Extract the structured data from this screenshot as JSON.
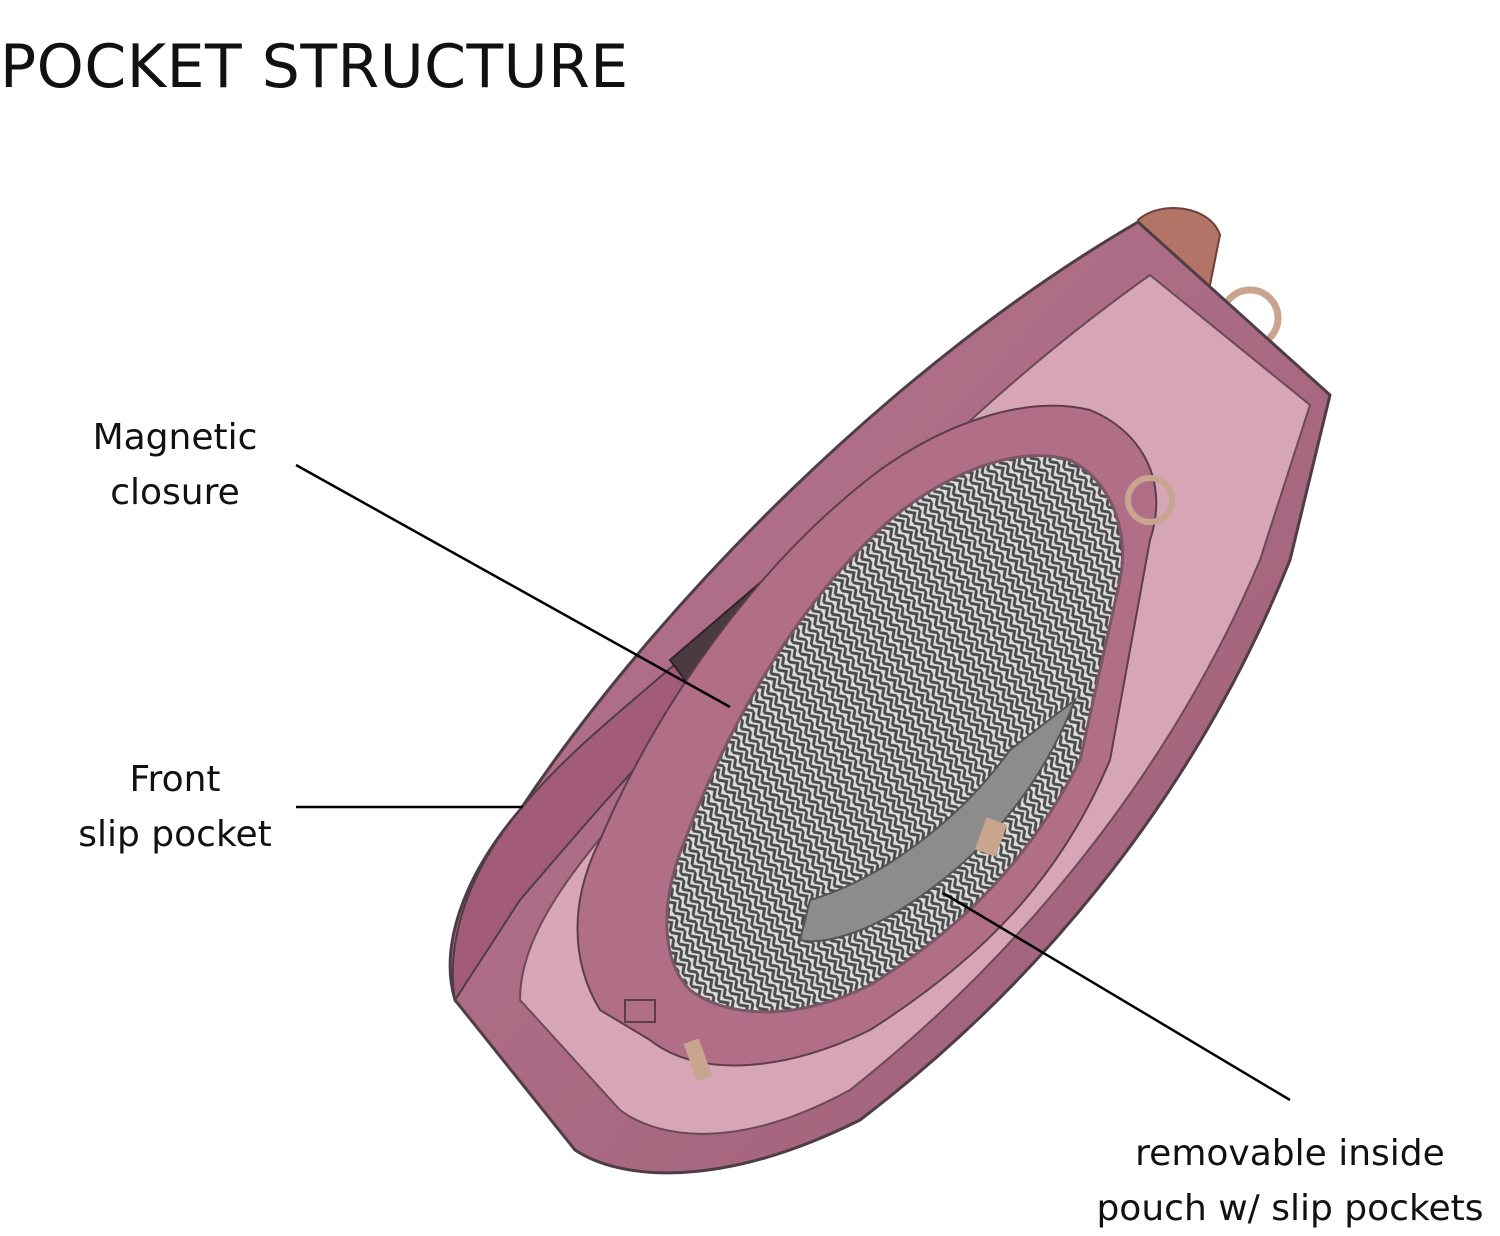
{
  "page": {
    "title": "POCKET STRUCTURE"
  },
  "callouts": {
    "magnetic_closure": {
      "line1": "Magnetic",
      "line2": "closure"
    },
    "front_slip_pocket": {
      "line1": "Front",
      "line2": "slip pocket"
    },
    "inside_pouch": {
      "line1": "removable inside",
      "line2": "pouch w/ slip pockets"
    }
  },
  "colors": {
    "bag_outer": "#a8677f",
    "bag_inner": "#d7a6b6",
    "bag_edge": "#4e3d45",
    "lining_light": "#d9d9d9",
    "lining_dark": "#555555",
    "hardware": "#c9a58f",
    "strap": "#b27466",
    "leader_line": "#000000"
  }
}
